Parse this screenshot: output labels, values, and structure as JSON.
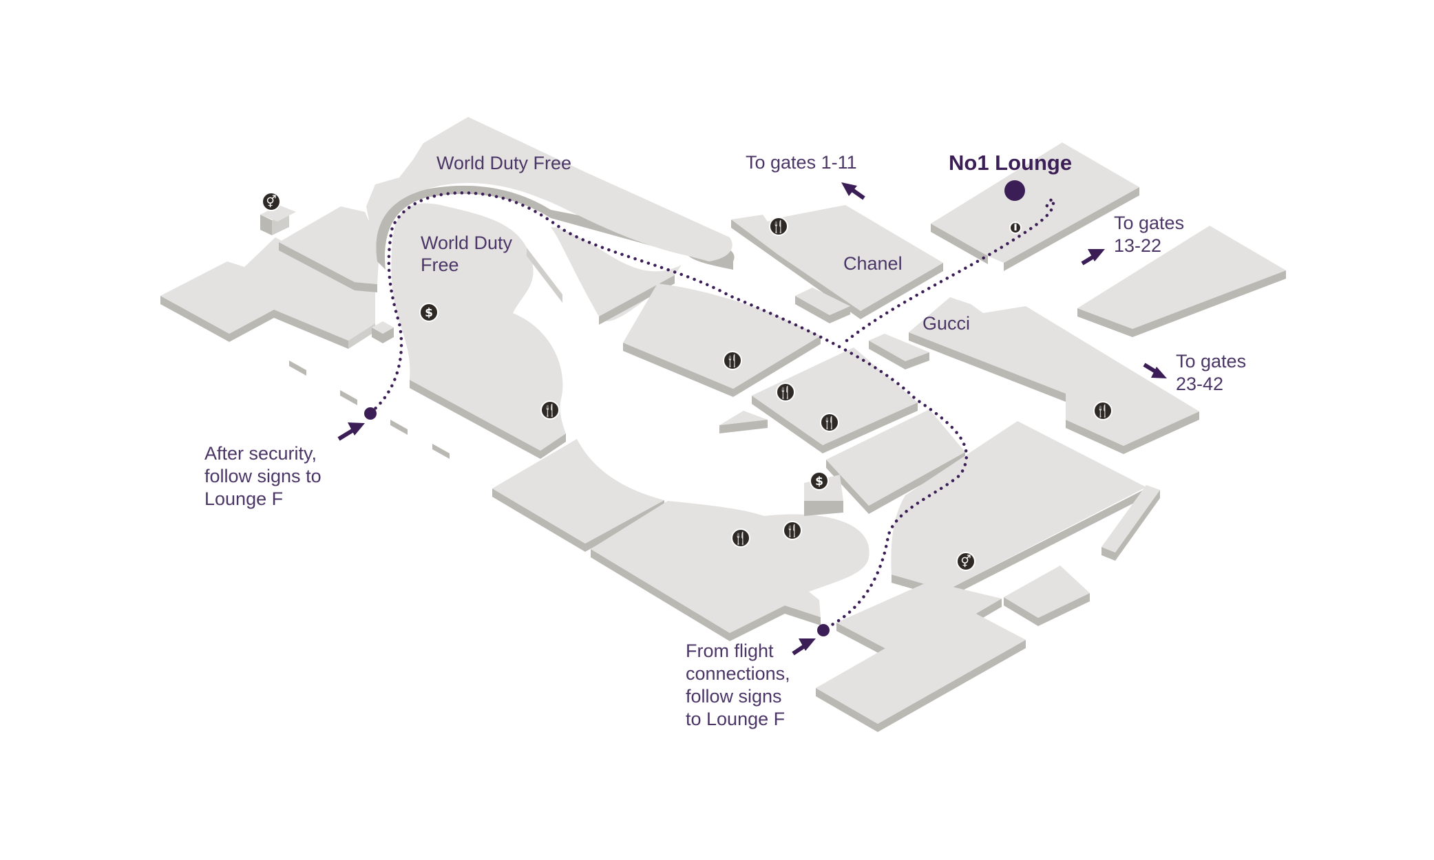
{
  "map": {
    "labels": {
      "world_duty_free_1": "World Duty Free",
      "world_duty_free_2_line1": "World Duty",
      "world_duty_free_2_line2": "Free",
      "chanel": "Chanel",
      "gucci": "Gucci",
      "no1_lounge": "No1 Lounge",
      "gates_1_11": "To gates 1-11",
      "gates_13_22_line1": "To gates",
      "gates_13_22_line2": "13-22",
      "gates_23_42_line1": "To gates",
      "gates_23_42_line2": "23-42",
      "after_security_line1": "After security,",
      "after_security_line2": "follow signs to",
      "after_security_line3": "Lounge F",
      "flight_conn_line1": "From flight",
      "flight_conn_line2": "connections,",
      "flight_conn_line3": "follow signs",
      "flight_conn_line4": "to Lounge F"
    },
    "icons": {
      "restaurant": "restaurant-icon",
      "toilets": "toilets-icon",
      "currency": "currency-exchange-icon",
      "info": "information-icon"
    },
    "colors": {
      "route": "#3c1e57",
      "text": "#4a3566",
      "floor_top": "#e3e2e0",
      "floor_side": "#b9b8b3",
      "icon_bg": "#2e2924"
    }
  }
}
